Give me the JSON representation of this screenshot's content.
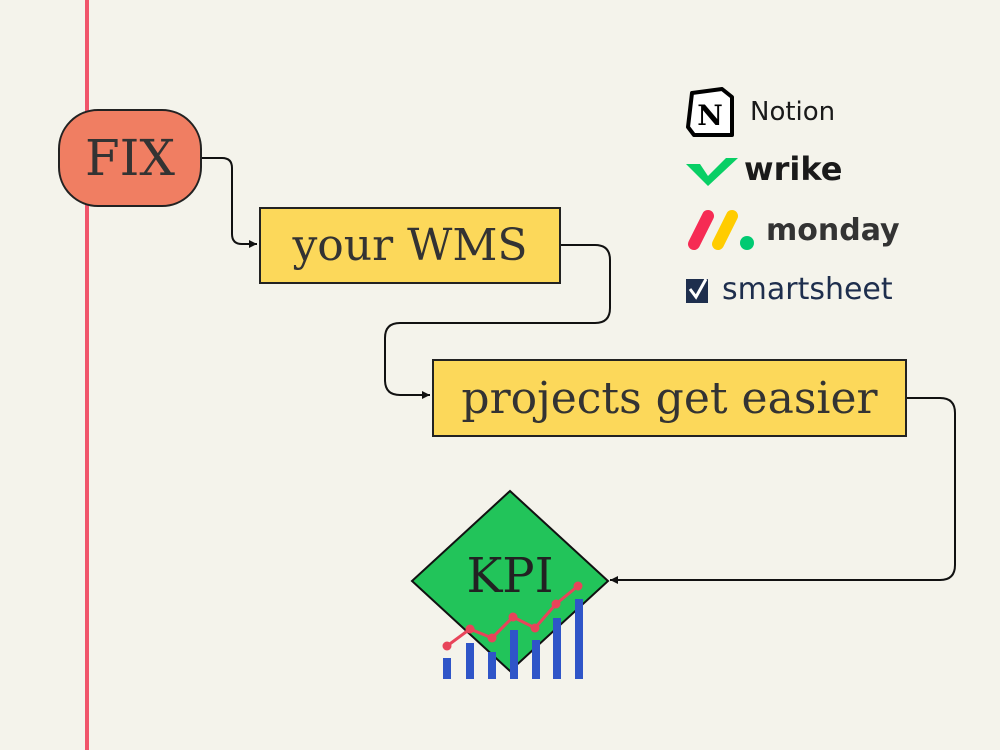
{
  "flow": {
    "step1": "FIX",
    "step2": "your WMS",
    "step3": "projects get easier",
    "step4": "KPI"
  },
  "tools": {
    "notion": "Notion",
    "wrike": "wrike",
    "monday": "monday",
    "smartsheet": "smartsheet"
  },
  "colors": {
    "background": "#f4f3eb",
    "margin_line": "#f0546a",
    "fix_node": "#f07e62",
    "step_box": "#fcd85a",
    "kpi_diamond": "#22c45a",
    "bar": "#2f55c8",
    "trend": "#e8445a"
  },
  "icons": [
    "notion-icon",
    "wrike-check-icon",
    "monday-icon",
    "smartsheet-icon",
    "bar-chart-icon"
  ]
}
